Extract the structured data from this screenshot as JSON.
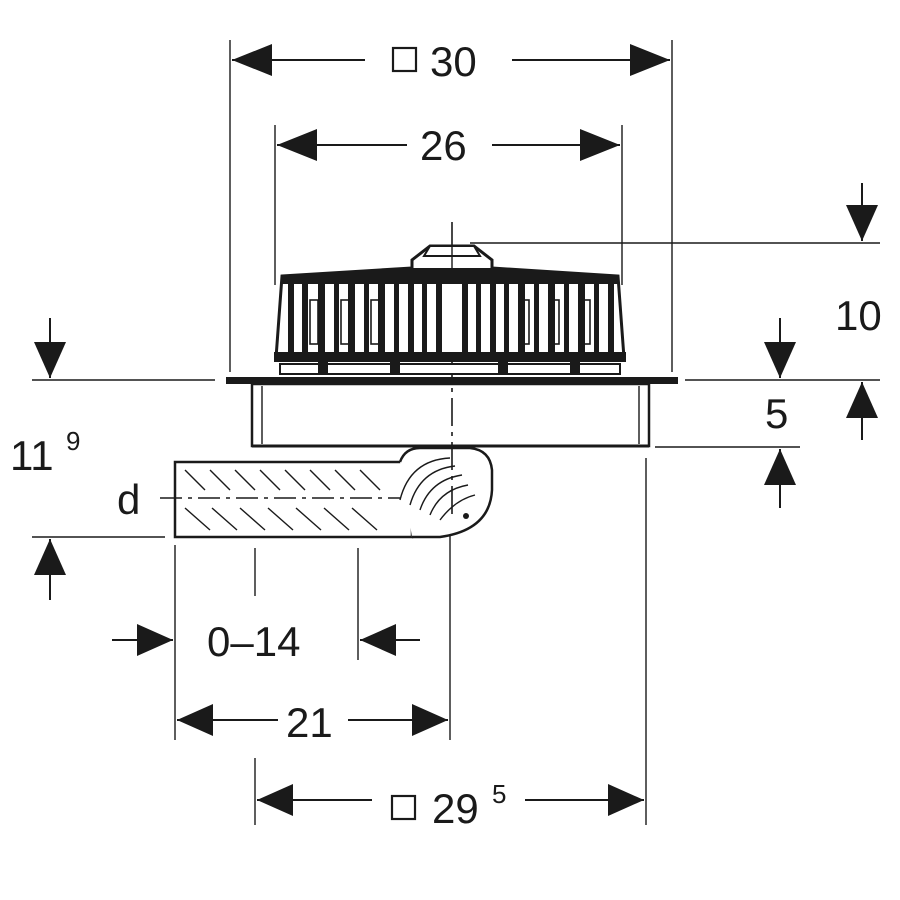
{
  "dimensions": {
    "outer_square": {
      "symbol": "□",
      "value": "30"
    },
    "inner_width": {
      "value": "26"
    },
    "height_top": {
      "value": "10"
    },
    "flange_height": {
      "value": "5"
    },
    "left_height": {
      "base": "11",
      "sup": "9"
    },
    "diameter": {
      "value": "d"
    },
    "adjust_range": {
      "value": "0–14"
    },
    "offset": {
      "value": "21"
    },
    "bottom_square": {
      "symbol": "□",
      "base": "29",
      "sup": "5"
    }
  },
  "colors": {
    "line": "#1a1a1a",
    "background": "#ffffff"
  }
}
